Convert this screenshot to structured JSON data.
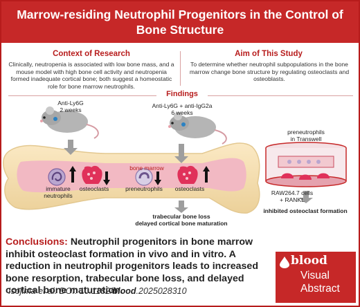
{
  "header": {
    "title": "Marrow-residing Neutrophil Progenitors in the Control of Bone Structure"
  },
  "context": {
    "title": "Context of Research",
    "text": "Clinically, neutropenia is associated with low bone mass, and a mouse model with high bone cell activity and neutropenia formed inadequate cortical bone; both suggest a homeostatic role for bone marrow neutrophils."
  },
  "aim": {
    "title": "Aim of This Study",
    "text": "To determine whether neutrophil subpopulations in the bone marrow change bone structure by regulating osteoclasts and osteoblasts."
  },
  "findings": {
    "label": "Findings",
    "mouse1": {
      "line1": "Anti-Ly6G",
      "line2": "2 weeks"
    },
    "mouse2": {
      "line1": "Anti-Ly6G + anti-IgG2a",
      "line2": "6 weeks"
    },
    "bone_marrow": "bone marrow",
    "immature_line1": "immature",
    "immature_line2": "neutrophils",
    "osteoclasts": "osteoclasts",
    "preneutrophils": "preneutrophils",
    "result_line1": "trabecular bone loss",
    "result_line2": "delayed cortical bone maturation",
    "transwell_line1": "preneutrophils",
    "transwell_line2": "in Transwell",
    "raw_line1": "RAW264.7 cells",
    "raw_line2": "+ RANKL",
    "inhibited": "inhibited osteoclast formation"
  },
  "conclusions": {
    "label": "Conclusions:",
    "text": "Neutrophil progenitors in bone marrow inhibit osteoclast formation in vivo and in vitro. A reduction in neutrophil progenitors leads to increased bone resorption, trabecular bone loss, and delayed cortical bone maturation."
  },
  "citation": {
    "authors": "Isojima et al. DOI: 10.1182/",
    "journal": "blood",
    "suffix": ".2025028310"
  },
  "brand": {
    "name": "blood",
    "line1": "Visual",
    "line2": "Abstract"
  },
  "colors": {
    "accent": "#c62828",
    "bone": "#f5e2b8",
    "marrow": "#f2b9c3",
    "cell": "#e0315a"
  }
}
